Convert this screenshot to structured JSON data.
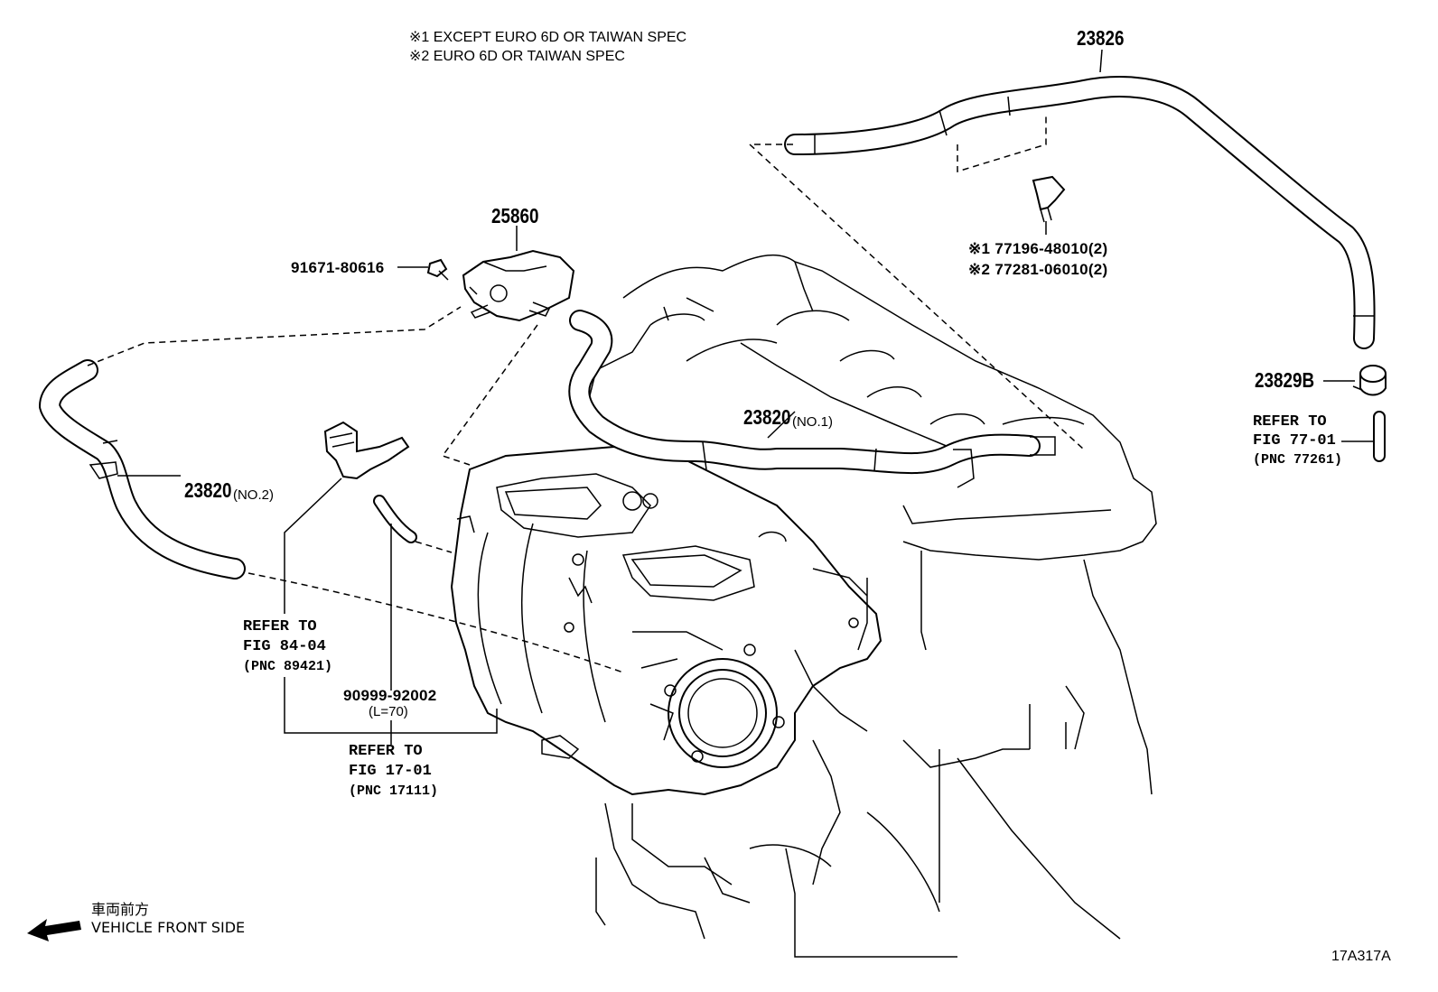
{
  "notes": {
    "line1": "※1 EXCEPT EURO 6D OR TAIWAN SPEC",
    "line2": "※2 EURO 6D OR TAIWAN SPEC"
  },
  "parts": {
    "hose_23826": "23826",
    "valve_25860": "25860",
    "bolt": "91671-80616",
    "clamp_spec1": "※1 77196-48010(2)",
    "clamp_spec2": "※2 77281-06010(2)",
    "hose_no1_num": "23820",
    "hose_no1_suffix": "(NO.1)",
    "hose_no2_num": "23820",
    "hose_no2_suffix": "(NO.2)",
    "clip_23829b": "23829B",
    "small_hose": "90999-92002",
    "small_hose_len": "(L=70)"
  },
  "references": {
    "fig77": {
      "line1": "REFER TO",
      "line2": "FIG 77-01",
      "line3": "(PNC 77261)"
    },
    "fig84": {
      "line1": "REFER TO",
      "line2": "FIG 84-04",
      "line3": "(PNC 89421)"
    },
    "fig17": {
      "line1": "REFER TO",
      "line2": "FIG 17-01",
      "line3": "(PNC 17111)"
    }
  },
  "direction": {
    "jp": "車両前方",
    "en": "VEHICLE FRONT SIDE",
    "arrow_icon": "arrow-left-icon"
  },
  "diagram_code": "17A317A"
}
